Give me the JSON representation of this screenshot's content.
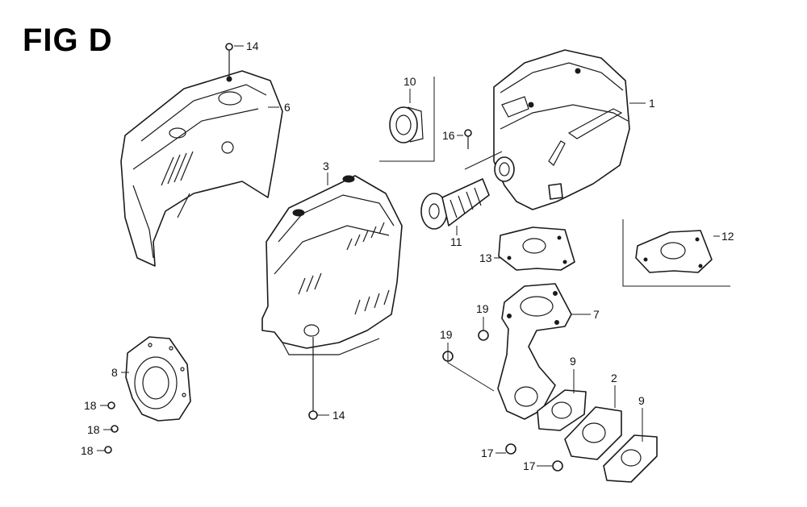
{
  "figure": {
    "title": "FIG D"
  },
  "callouts": [
    {
      "id": "c1",
      "label": "1"
    },
    {
      "id": "c2",
      "label": "2"
    },
    {
      "id": "c3",
      "label": "3"
    },
    {
      "id": "c6",
      "label": "6"
    },
    {
      "id": "c7",
      "label": "7"
    },
    {
      "id": "c8",
      "label": "8"
    },
    {
      "id": "c9a",
      "label": "9"
    },
    {
      "id": "c9b",
      "label": "9"
    },
    {
      "id": "c10",
      "label": "10"
    },
    {
      "id": "c11",
      "label": "11"
    },
    {
      "id": "c12",
      "label": "12"
    },
    {
      "id": "c13",
      "label": "13"
    },
    {
      "id": "c14a",
      "label": "14"
    },
    {
      "id": "c14b",
      "label": "14"
    },
    {
      "id": "c16",
      "label": "16"
    },
    {
      "id": "c17a",
      "label": "17"
    },
    {
      "id": "c17b",
      "label": "17"
    },
    {
      "id": "c18a",
      "label": "18"
    },
    {
      "id": "c18b",
      "label": "18"
    },
    {
      "id": "c18c",
      "label": "18"
    },
    {
      "id": "c19a",
      "label": "19"
    },
    {
      "id": "c19b",
      "label": "19"
    }
  ]
}
